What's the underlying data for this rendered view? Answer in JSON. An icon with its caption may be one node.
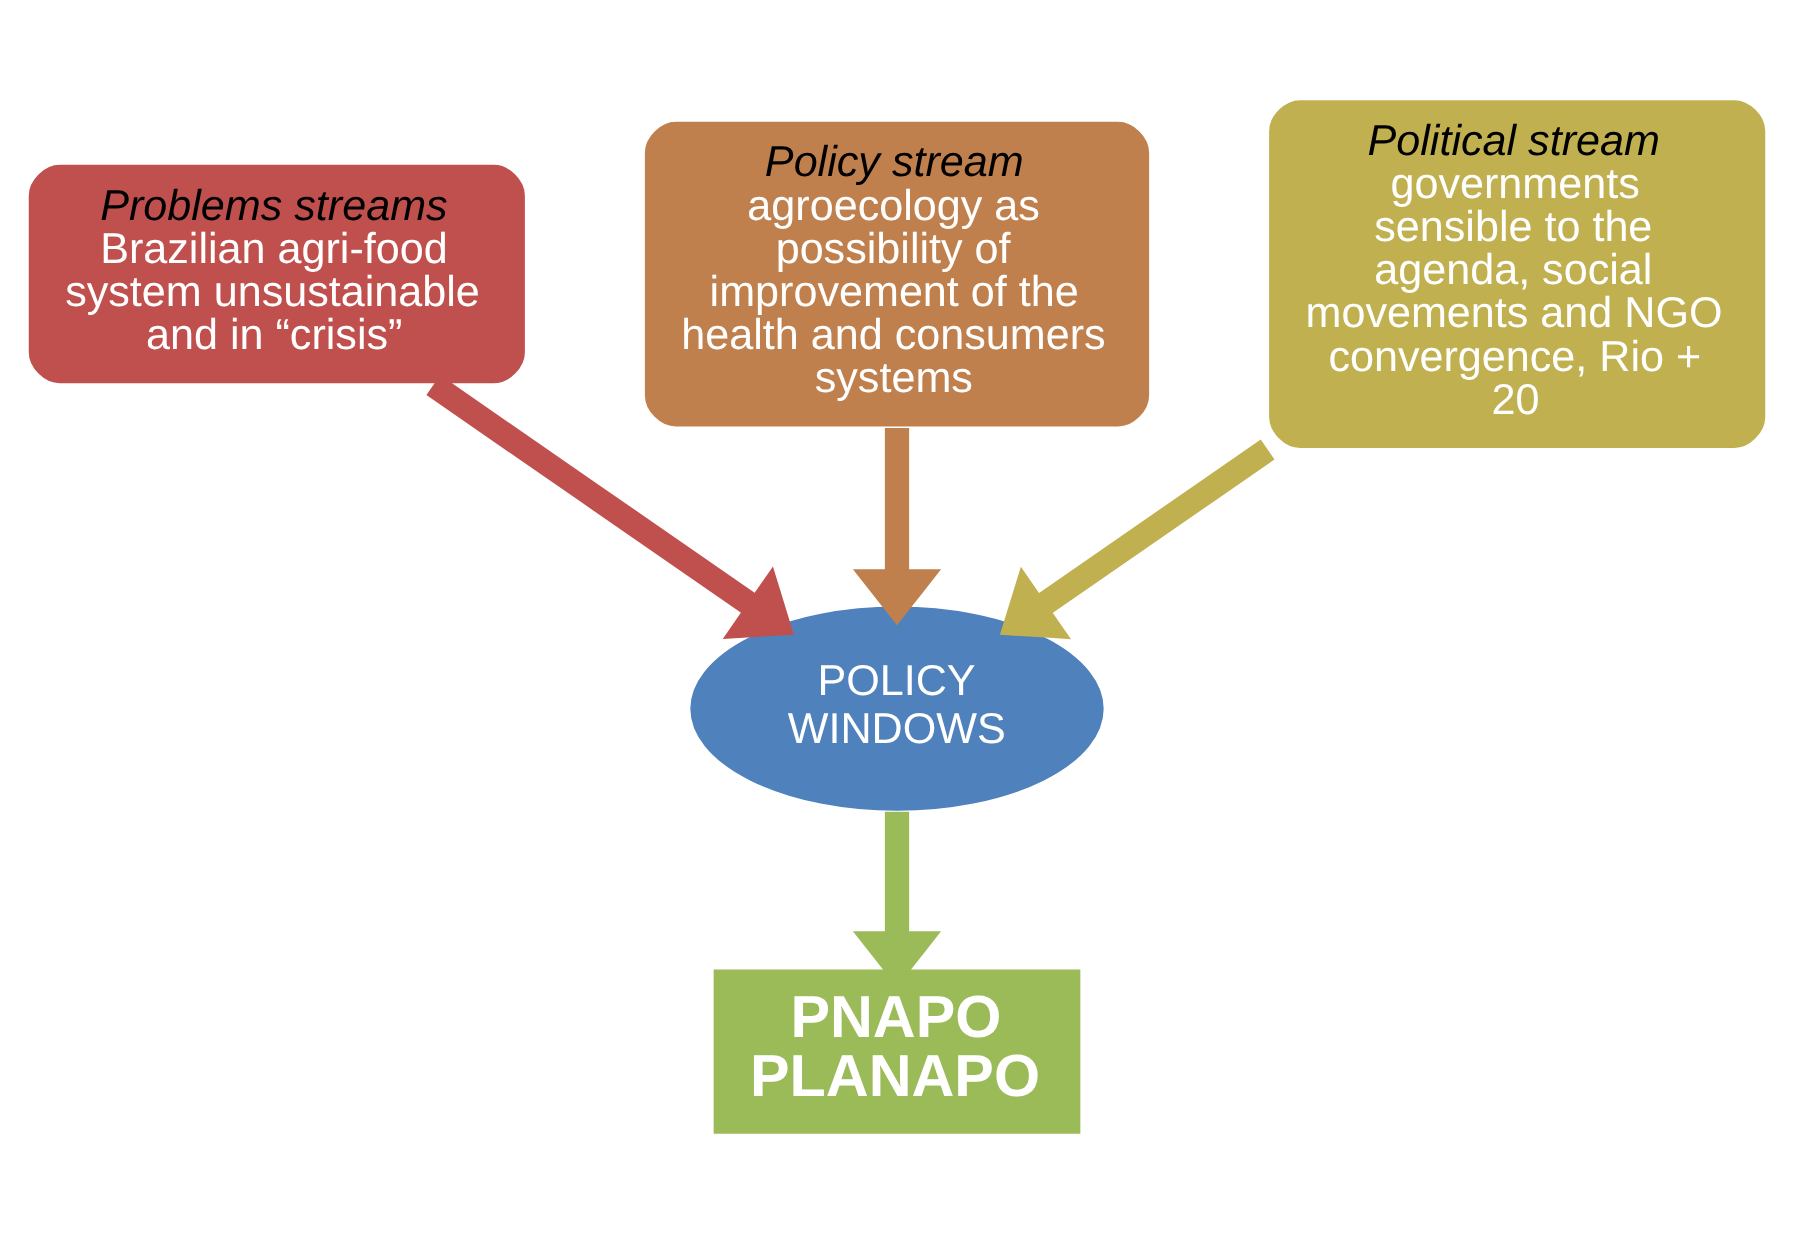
{
  "diagram": {
    "nodes": [
      {
        "text": [
          "Problems streams",
          "Brazilian agri-food system unsustainable and in “crisis”"
        ]
      },
      {
        "text": [
          "Policy stream",
          "agroecology as possibility of improvement of the health and consumers systems"
        ]
      },
      {
        "text": [
          "Political stream",
          "governments sensible to the agenda, social movements and NGO convergence, Rio + 20"
        ]
      },
      {
        "text": [
          "POLICY WINDOWS"
        ]
      },
      {
        "text": [
          "PNAPO PLANAPO"
        ]
      }
    ],
    "edges": [
      {
        "from": 0,
        "to": 3,
        "arrow": "to",
        "color": "#c0504d"
      },
      {
        "from": 1,
        "to": 3,
        "arrow": "to",
        "color": "#c0804d"
      },
      {
        "from": 2,
        "to": 3,
        "arrow": "to",
        "color": "#c0b050"
      },
      {
        "from": 3,
        "to": 4,
        "arrow": "to",
        "color": "#9bbb59"
      }
    ]
  }
}
